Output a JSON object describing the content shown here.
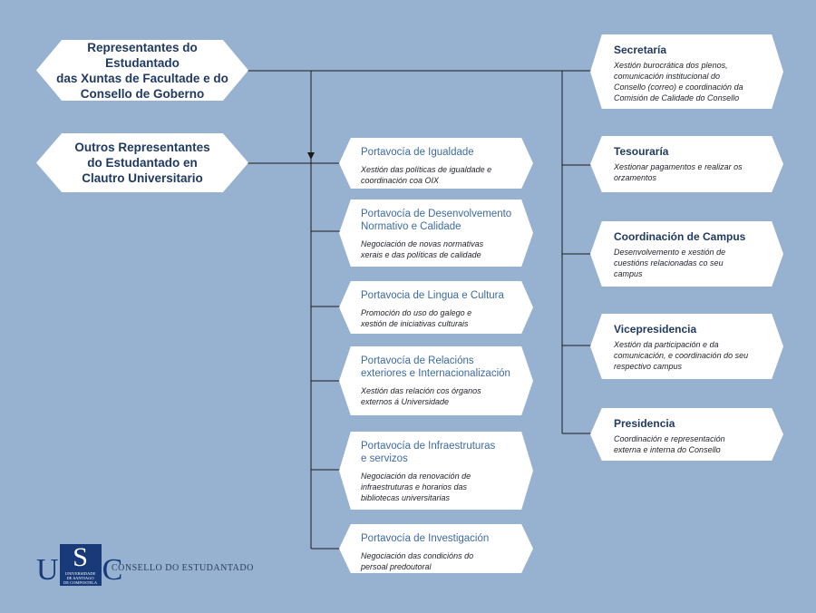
{
  "left_boxes": [
    {
      "title": "Representantes do Estudantado\ndas Xuntas de Facultade e do\nConsello de Goberno"
    },
    {
      "title": "Outros Representantes\ndo Estudantado en\nClautro Universitario"
    }
  ],
  "middle_boxes": [
    {
      "title": "Portavocía de Igualdade",
      "desc": "Xestión das políticas de igualdade e\ncoordinación coa OIX"
    },
    {
      "title": "Portavocía de Desenvolvemento\nNormativo e Calidade",
      "desc": "Negociación de novas normativas\nxerais e das políticas de calidade"
    },
    {
      "title": "Portavocia de Lingua e Cultura",
      "desc": "Promoción do uso do galego e\nxestión de iniciativas culturais"
    },
    {
      "title": "Portavocía  de Relacións\nexteriores e Internacionalización",
      "desc": "Xestión das relación cos órganos\nexternos á Universidade"
    },
    {
      "title": "Portavocía de Infraestruturas\ne servizos",
      "desc": "Negociación da renovación de\ninfraestruturas e horarios das\nbibliotecas universitarias"
    },
    {
      "title": "Portavocía de Investigación",
      "desc": "Negociación das condicións do\npersoal predoutoral"
    }
  ],
  "right_boxes": [
    {
      "title": "Secretaría",
      "desc": "Xestión burocrática dos plenos,\ncomunicación institucional do\nConsello (correo) e coordinación da\nComisión de Calidade do Consello"
    },
    {
      "title": "Tesouraría",
      "desc": "Xestionar pagamentos e realizar os\norzamentos"
    },
    {
      "title": "Coordinación de Campus",
      "desc": "Desenvolvemento e xestión de\ncuestións relacionadas co seu\ncampus"
    },
    {
      "title": "Vicepresidencia",
      "desc": "Xestión da participación e da\ncomunicación, e coordinación do seu\nrespectivo campus"
    },
    {
      "title": "Presidencia",
      "desc": "Coordinación e representación\nexterna e interna do Consello"
    }
  ],
  "logo": {
    "letter_u": "U",
    "letter_s": "S",
    "letter_c": "C",
    "small_text": "UNIVERSIDADE\nDE SANTIAGO\nDE COMPOSTELA",
    "caption": "CONSELLO DO ESTUDANTADO"
  },
  "colors": {
    "background": "#97b1d0",
    "connector": "#1a1a1a",
    "title_dark": "#203a62",
    "title_light": "#3d6aa3",
    "logo_blue": "#183a78"
  }
}
